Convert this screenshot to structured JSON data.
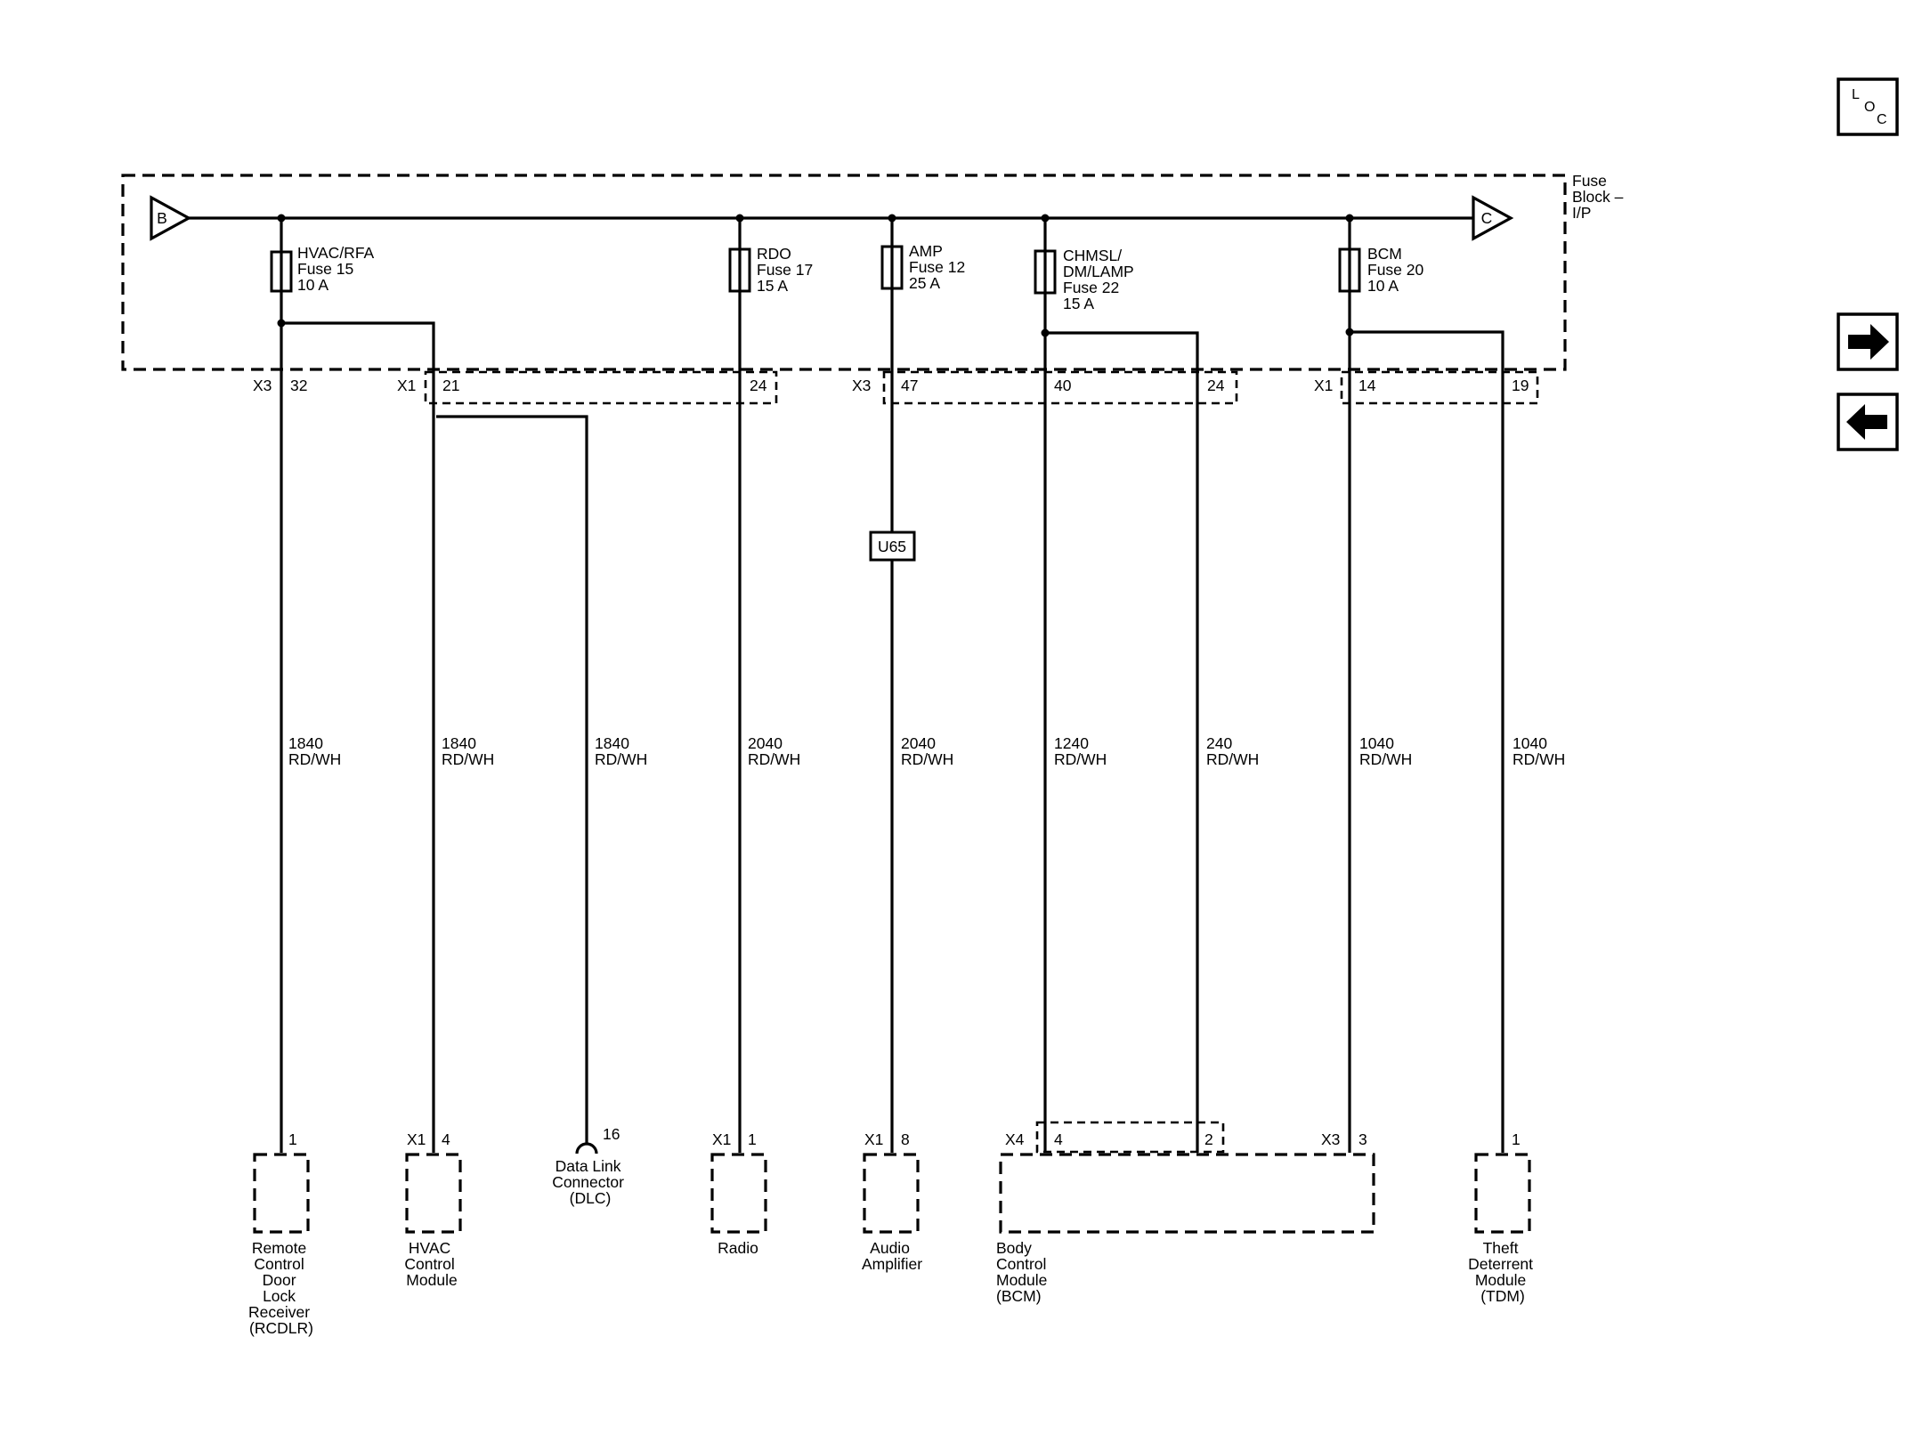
{
  "fuse_block": {
    "label_lines": [
      "Fuse",
      "Block –",
      "I/P"
    ]
  },
  "bus_connectors": {
    "left": "B",
    "right": "C"
  },
  "fuses": [
    {
      "lines": [
        "HVAC/RFA",
        "Fuse 15",
        "10 A"
      ]
    },
    {
      "lines": [
        "RDO",
        "Fuse 17",
        "15 A"
      ]
    },
    {
      "lines": [
        "AMP",
        "Fuse 12",
        "25 A"
      ]
    },
    {
      "lines": [
        "CHMSL/",
        "DM/LAMP",
        "Fuse 22",
        "15 A"
      ]
    },
    {
      "lines": [
        "BCM",
        "Fuse 20",
        "10 A"
      ]
    }
  ],
  "fuse_block_pins": [
    {
      "connector": "X3",
      "pin": "32"
    },
    {
      "connector": "X1",
      "pin": "21"
    },
    {
      "connector": "",
      "pin": "24"
    },
    {
      "connector": "X3",
      "pin": "47"
    },
    {
      "connector": "",
      "pin": "40"
    },
    {
      "connector": "",
      "pin": "24"
    },
    {
      "connector": "X1",
      "pin": "14"
    },
    {
      "connector": "",
      "pin": "19"
    }
  ],
  "splice_pack": "U65",
  "wires": [
    {
      "circuit": "1840",
      "color": "RD/WH"
    },
    {
      "circuit": "1840",
      "color": "RD/WH"
    },
    {
      "circuit": "1840",
      "color": "RD/WH"
    },
    {
      "circuit": "2040",
      "color": "RD/WH"
    },
    {
      "circuit": "2040",
      "color": "RD/WH"
    },
    {
      "circuit": "1240",
      "color": "RD/WH"
    },
    {
      "circuit": "240",
      "color": "RD/WH"
    },
    {
      "circuit": "1040",
      "color": "RD/WH"
    },
    {
      "circuit": "1040",
      "color": "RD/WH"
    }
  ],
  "component_pins": [
    {
      "connector": "",
      "pin": "1"
    },
    {
      "connector": "X1",
      "pin": "4"
    },
    {
      "connector": "",
      "pin": "16"
    },
    {
      "connector": "X1",
      "pin": "1"
    },
    {
      "connector": "X1",
      "pin": "8"
    },
    {
      "connector": "X4",
      "pin": "4"
    },
    {
      "connector": "",
      "pin": "2"
    },
    {
      "connector": "X3",
      "pin": "3"
    },
    {
      "connector": "",
      "pin": "1"
    }
  ],
  "components": [
    {
      "lines": [
        "Remote",
        "Control",
        "Door",
        "Lock",
        "Receiver",
        "(RCDLR)"
      ]
    },
    {
      "lines": [
        "HVAC",
        "Control",
        "Module"
      ]
    },
    {
      "lines": [
        "Data Link",
        "Connector",
        "(DLC)"
      ]
    },
    {
      "lines": [
        "Radio"
      ]
    },
    {
      "lines": [
        "Audio",
        "Amplifier"
      ]
    },
    {
      "lines": [
        "Body",
        "Control",
        "Module",
        "(BCM)"
      ]
    },
    {
      "lines": [
        "Theft",
        "Deterrent",
        "Module",
        "(TDM)"
      ]
    }
  ],
  "nav": {
    "loc_letters": [
      "L",
      "O",
      "C"
    ],
    "next_icon": "arrow-right-icon",
    "prev_icon": "arrow-left-icon"
  }
}
